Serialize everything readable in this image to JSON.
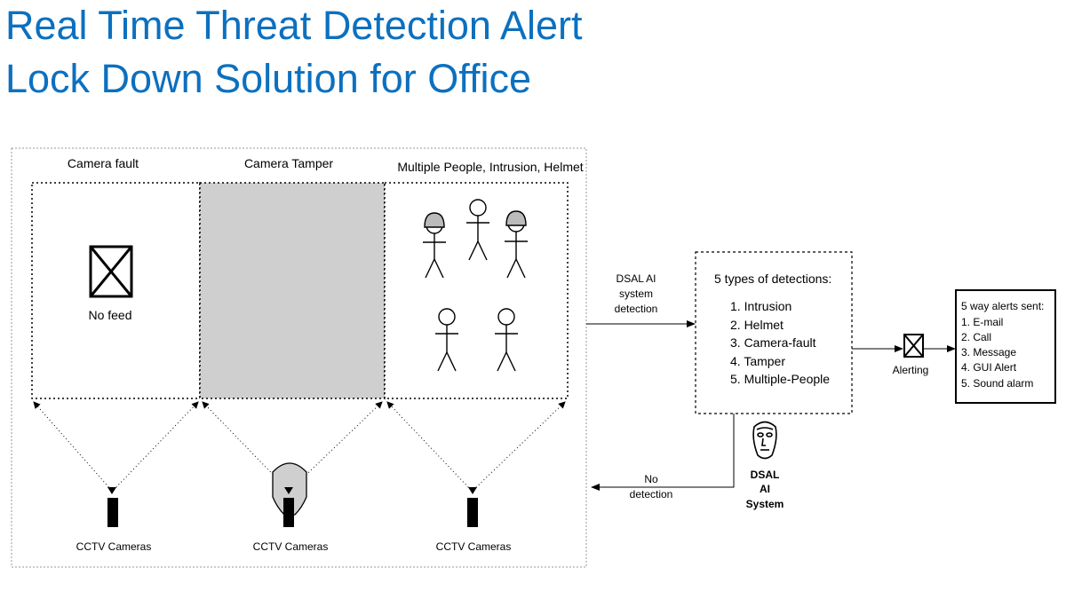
{
  "title": {
    "line1": "Real Time Threat Detection Alert",
    "line2": "Lock Down Solution for Office"
  },
  "panels": {
    "camera_fault": {
      "label": "Camera fault",
      "no_feed": "No feed"
    },
    "camera_tamper": {
      "label": "Camera Tamper"
    },
    "multiple_people": {
      "label": "Multiple People, Intrusion, Helmet"
    }
  },
  "cameras": {
    "label": "CCTV Cameras"
  },
  "flow": {
    "to_detection": [
      "DSAL AI",
      "system",
      "detection"
    ],
    "no_detection": [
      "No",
      "detection"
    ],
    "alerting": "Alerting"
  },
  "detections": {
    "header": "5 types of detections:",
    "items": [
      "1. Intrusion",
      "2. Helmet",
      "3. Camera-fault",
      "4. Tamper",
      "5. Multiple-People"
    ]
  },
  "ai_system": {
    "lines": [
      "DSAL",
      "AI",
      "System"
    ]
  },
  "alerts": {
    "header": "5 way alerts sent:",
    "items": [
      "1. E-mail",
      "2. Call",
      "3. Message",
      "4. GUI Alert",
      "5. Sound alarm"
    ]
  },
  "colors": {
    "title": "#0c70bf",
    "tamper_fill": "#cfcfcf"
  }
}
